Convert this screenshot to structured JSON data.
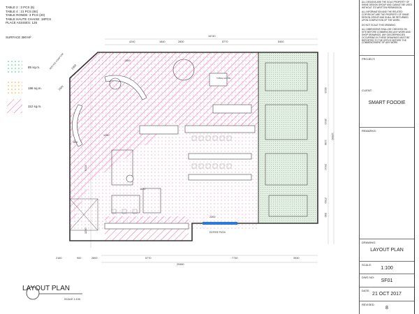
{
  "notes": {
    "lines": [
      "TABLE 2 : 3 PCS (6)",
      "TABLE 4 : 21 PCS  (84)",
      "TABLE RONDE: 3 PCS  (20)",
      "TABLE HAUTE CHAISE:  18PCS",
      "PLACE ASSISES: 128"
    ],
    "surface": "SURFACE 380 M²"
  },
  "legend": [
    {
      "label": "85 sq.m.",
      "color": "#2ecc71",
      "pattern": "green-dots"
    },
    {
      "label": "186 sq.m.",
      "color": "#f5a623",
      "pattern": "orange-dots"
    },
    {
      "label": "112 sq.m.",
      "color": "#f0509a",
      "pattern": "pink-hatch"
    }
  ],
  "dimensions": {
    "top_total": "16740",
    "top": [
      "4240",
      "1840",
      "2830",
      "5770",
      "5400"
    ],
    "bottom": [
      "2160",
      "900",
      "2800",
      "5770",
      "7730",
      "3930"
    ],
    "bottom_total": "29480",
    "right": [
      "3223",
      "2910",
      "1150",
      "2910",
      "2700",
      "550"
    ],
    "right_total": "12590",
    "left": [
      "9725",
      "3200"
    ],
    "misc": [
      "2300",
      "2300",
      "1500",
      "1300",
      "1620",
      "1250",
      "800"
    ]
  },
  "plan_labels": {
    "entrance": "ENTREE PIZZA",
    "service": "SERVICE COMPTOIR",
    "table_label": "TABLE HAUTE"
  },
  "title_block": {
    "disclaimer": [
      "ALL DESIGNS ARE THE SOLE PROPERTY OF SHINE DESIGN GROUP AND CANNOT BE USED WITHOUT ITS WRITTEN PERMISSION.",
      "ALL INFORMATION AND THE RELATED COPYRIGHT ARE THE PROPERTY OF SHINE DESIGN GROUP AND SHALL BE RETURNED UPON COMPLETION OF THE WORK.",
      "DO NOT SCALE THIS DRAWING.",
      "ALL DIMENSIONS SHALL BE CHECKED ON SITE BEFORE COMMENCING ANY WORK AND SHOP DRAWINGS. ANY DISCREPANCIES OCCURRING IN THESE DRAWINGS MUST BE REPORTED TO THE OFFICE BEFORE THE COMMENCEMENT OF ANY WORK."
    ],
    "project_label": "PROJECT:",
    "client_label": "CLIENT:",
    "client_value": "SMART FOODIE",
    "remarks_label": "REMARKS:",
    "drawing_label": "DRAWING:",
    "drawing_value": "LAYOUT PLAN",
    "scale_label": "SCALE:",
    "scale_value": "1:100",
    "dwg_label": "DWG NO:",
    "dwg_value": "SF01",
    "date_label": "DATE:",
    "date_value": "21 OCT 2017",
    "revised_label": "REVISED:",
    "revised_value": "8"
  },
  "plan_title": "LAYOUT PLAN",
  "plan_scale": "SCALE 1:100"
}
